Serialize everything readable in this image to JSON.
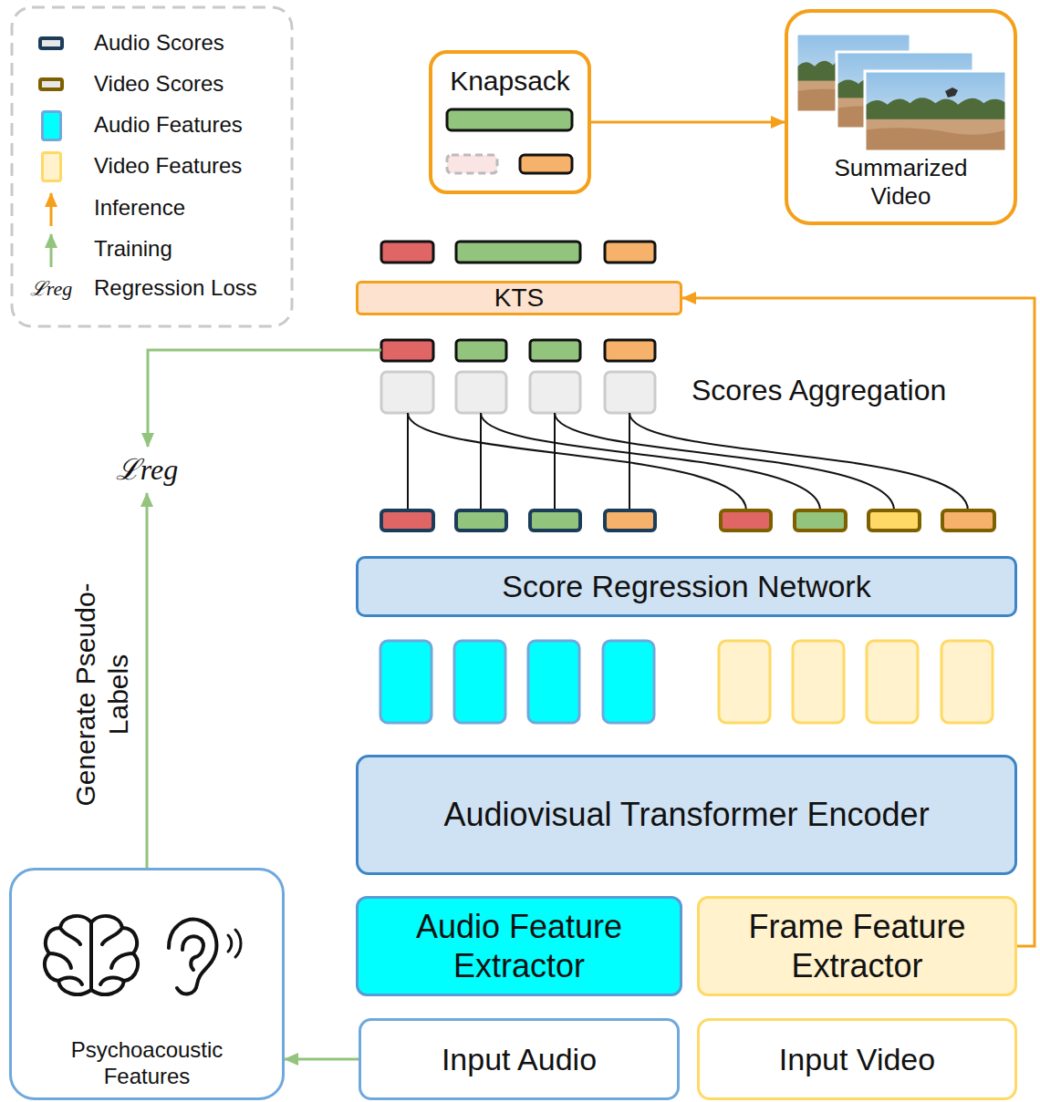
{
  "diagram": {
    "nodes": [
      {
        "text": [
          "Knapsack"
        ]
      },
      {
        "text": [
          "Summarized Video"
        ]
      },
      {
        "text": [
          "KTS"
        ]
      },
      {
        "text": [
          "Score Regression Network"
        ]
      },
      {
        "text": [
          "Audiovisual Transformer Encoder"
        ]
      },
      {
        "text": [
          "Psychoacoustic Features"
        ]
      },
      {
        "text": [
          "Audio Feature Extractor"
        ]
      },
      {
        "text": [
          "Frame Feature Extractor"
        ]
      },
      {
        "text": [
          "Input Audio"
        ]
      },
      {
        "text": [
          "Input Video"
        ]
      }
    ],
    "edges": [
      {
        "from": 0,
        "to": 1,
        "arrow": "to"
      },
      {
        "from": 7,
        "to": 2,
        "arrow": "to"
      },
      {
        "from": 8,
        "to": 5,
        "arrow": "to"
      }
    ],
    "labels": [
      "ℒreg",
      "Scores Aggregation",
      "ℒreg",
      "Generate Pseudo-Labels"
    ],
    "legend": [
      {
        "text": "Audio Scores",
        "color": "#1c3d5a"
      },
      {
        "text": "Video Scores",
        "color": "#7f6000"
      },
      {
        "text": "Audio Features",
        "color": "#00ffff"
      },
      {
        "text": "Video Features",
        "color": "#fff2cc"
      },
      {
        "text": "Inference"
      },
      {
        "text": "Training"
      },
      {
        "text": "Regression Loss"
      }
    ]
  }
}
